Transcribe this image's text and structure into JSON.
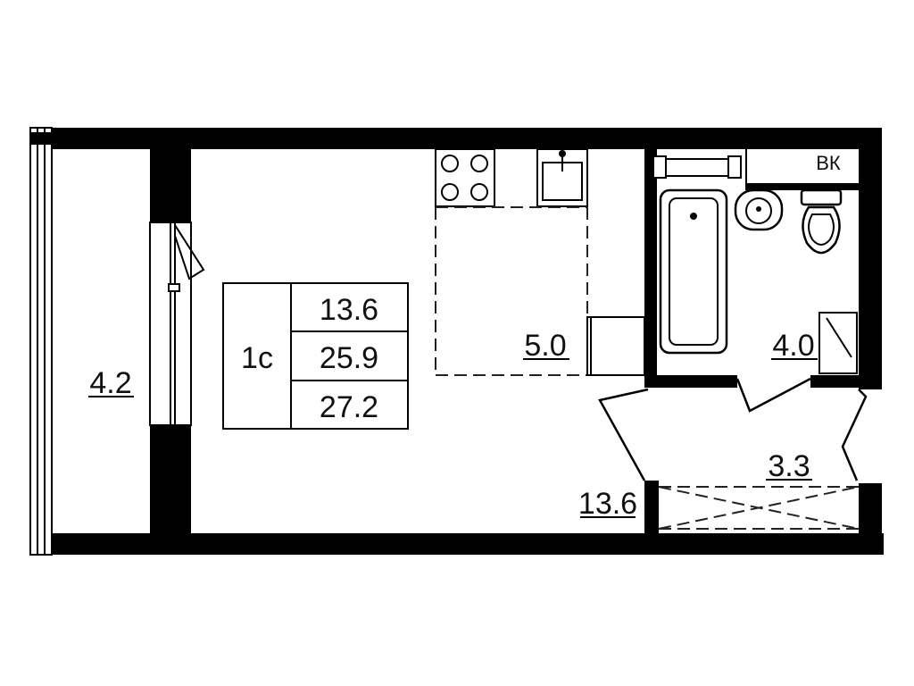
{
  "rooms": {
    "balcony_area": "4.2",
    "main_room_area": "13.6",
    "kitchen_area": "5.0",
    "bathroom_area": "4.0",
    "hallway_area": "3.3"
  },
  "summary_table": {
    "type_label": "1с",
    "living_area": "13.6",
    "total_area": "25.9",
    "total_with_balcony": "27.2"
  },
  "labels": {
    "ventilation": "ВК"
  }
}
